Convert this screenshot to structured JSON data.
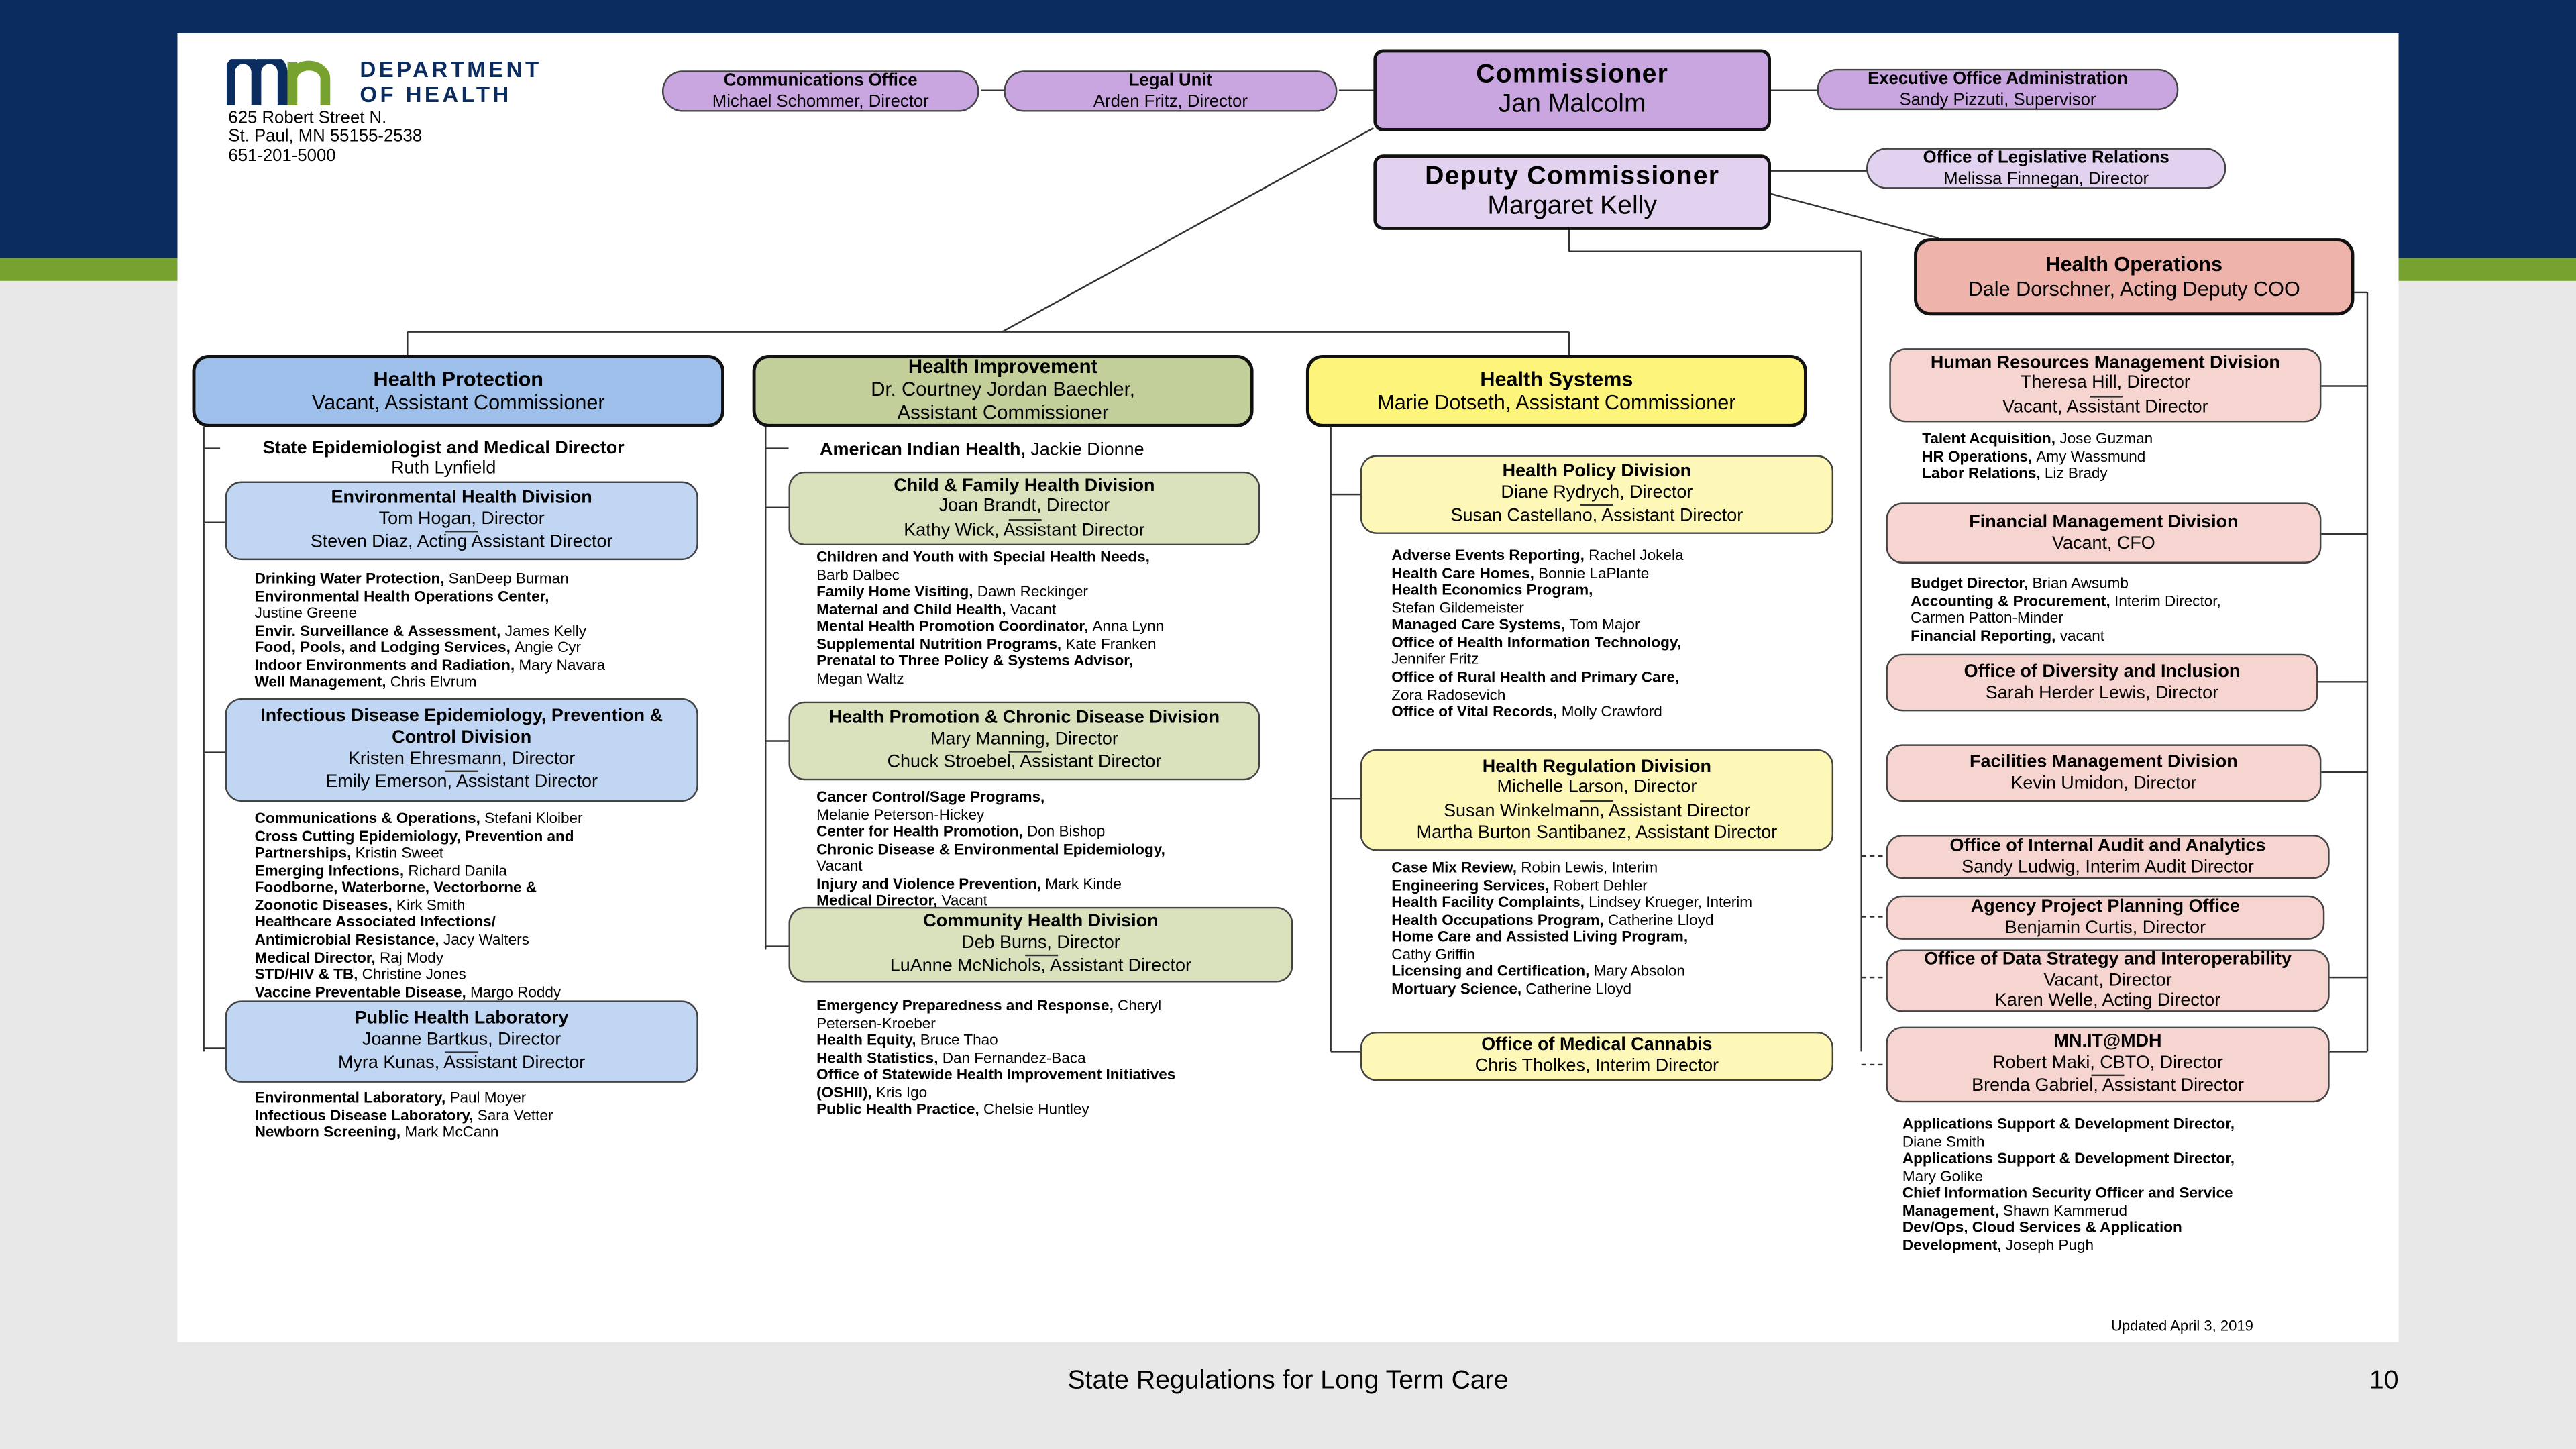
{
  "header": {
    "logo_line1": "DEPARTMENT",
    "logo_line2": "OF HEALTH",
    "address": [
      "625 Robert Street N.",
      "St. Paul, MN 55155-2538",
      "651-201-5000"
    ]
  },
  "top": {
    "communications": {
      "title": "Communications Office",
      "name": "Michael Schommer, Director"
    },
    "legal": {
      "title": "Legal Unit",
      "name": "Arden Fritz, Director"
    },
    "commissioner": {
      "title": "Commissioner",
      "name": "Jan Malcolm"
    },
    "exec_admin": {
      "title": "Executive Office Administration",
      "name": "Sandy Pizzuti, Supervisor"
    },
    "deputy": {
      "title": "Deputy Commissioner",
      "name": "Margaret Kelly"
    },
    "legislative": {
      "title": "Office of Legislative Relations",
      "name": "Melissa Finnegan, Director"
    },
    "operations": {
      "title": "Health Operations",
      "name": "Dale Dorschner, Acting Deputy COO"
    }
  },
  "protection": {
    "title": "Health Protection",
    "name": "Vacant, Assistant Commissioner",
    "epi_title": "State Epidemiologist and Medical Director",
    "epi_name": "Ruth Lynfield",
    "env": {
      "title": "Environmental Health Division",
      "director": "Tom Hogan, Director",
      "assistant": "Steven Diaz, Acting Assistant Director"
    },
    "env_list": [
      [
        "Drinking Water Protection, ",
        "SanDeep Burman"
      ],
      [
        "Environmental Health Operations Center, ",
        ""
      ],
      [
        "",
        "Justine Greene"
      ],
      [
        "Envir. Surveillance & Assessment, ",
        "James Kelly"
      ],
      [
        "Food, Pools, and Lodging Services, ",
        "Angie Cyr"
      ],
      [
        "Indoor Environments and Radiation, ",
        "Mary Navara"
      ],
      [
        "Well Management, ",
        "Chris Elvrum"
      ]
    ],
    "idepc": {
      "title": "Infectious Disease Epidemiology, Prevention & Control Division",
      "director": "Kristen Ehresmann, Director",
      "assistant": "Emily Emerson, Assistant Director"
    },
    "idepc_list": [
      [
        "Communications & Operations, ",
        "Stefani Kloiber"
      ],
      [
        "Cross Cutting Epidemiology, Prevention and",
        ""
      ],
      [
        "Partnerships, ",
        "Kristin Sweet"
      ],
      [
        "Emerging Infections, ",
        "Richard Danila"
      ],
      [
        "Foodborne, Waterborne, Vectorborne &",
        ""
      ],
      [
        "Zoonotic Diseases, ",
        "Kirk Smith"
      ],
      [
        "Healthcare Associated Infections/",
        ""
      ],
      [
        "Antimicrobial Resistance, ",
        "Jacy Walters"
      ],
      [
        "Medical Director, ",
        "Raj Mody"
      ],
      [
        "STD/HIV & TB, ",
        "Christine Jones"
      ],
      [
        "Vaccine Preventable Disease, ",
        "Margo Roddy"
      ]
    ],
    "lab": {
      "title": "Public Health Laboratory",
      "director": "Joanne Bartkus, Director",
      "assistant": "Myra Kunas, Assistant Director"
    },
    "lab_list": [
      [
        "Environmental Laboratory, ",
        "Paul Moyer"
      ],
      [
        "Infectious Disease Laboratory, ",
        "Sara Vetter"
      ],
      [
        "Newborn Screening, ",
        "Mark McCann"
      ]
    ]
  },
  "improvement": {
    "title": "Health Improvement",
    "name1": "Dr. Courtney Jordan Baechler,",
    "name2": "Assistant Commissioner",
    "aih_title": "American Indian Health, ",
    "aih_name": "Jackie Dionne",
    "cfh": {
      "title": "Child & Family Health Division",
      "director": "Joan Brandt, Director",
      "assistant": "Kathy Wick, Assistant Director"
    },
    "cfh_list": [
      [
        "Children and Youth with Special Health Needs,",
        ""
      ],
      [
        "",
        "Barb Dalbec"
      ],
      [
        "Family Home Visiting, ",
        "Dawn Reckinger"
      ],
      [
        "Maternal and Child Health, ",
        "Vacant"
      ],
      [
        "Mental Health Promotion Coordinator, ",
        "Anna Lynn"
      ],
      [
        "Supplemental Nutrition Programs, ",
        "Kate Franken"
      ],
      [
        "Prenatal to Three Policy & Systems Advisor,",
        ""
      ],
      [
        "",
        "Megan Waltz"
      ]
    ],
    "hpcd": {
      "title": "Health Promotion & Chronic Disease Division",
      "director": "Mary Manning, Director",
      "assistant": "Chuck Stroebel, Assistant Director"
    },
    "hpcd_list": [
      [
        "Cancer Control/Sage Programs,",
        ""
      ],
      [
        "",
        "Melanie Peterson-Hickey"
      ],
      [
        "Center for Health Promotion, ",
        "Don Bishop"
      ],
      [
        "Chronic Disease & Environmental Epidemiology,",
        ""
      ],
      [
        "",
        "Vacant"
      ],
      [
        "Injury and Violence Prevention, ",
        "Mark Kinde"
      ],
      [
        "Medical Director, ",
        "Vacant"
      ]
    ],
    "chd": {
      "title": "Community Health Division",
      "director": "Deb Burns, Director",
      "assistant": "LuAnne McNichols, Assistant Director"
    },
    "chd_list": [
      [
        "Emergency Preparedness and Response, ",
        "Cheryl"
      ],
      [
        "",
        "Petersen-Kroeber"
      ],
      [
        "Health Equity, ",
        "Bruce Thao"
      ],
      [
        "Health Statistics, ",
        "Dan Fernandez-Baca"
      ],
      [
        "Office of Statewide Health Improvement Initiatives",
        ""
      ],
      [
        "(OSHII), ",
        "Kris Igo"
      ],
      [
        "Public Health Practice, ",
        "Chelsie Huntley"
      ]
    ]
  },
  "systems": {
    "title": "Health Systems",
    "name": "Marie Dotseth, Assistant Commissioner",
    "policy": {
      "title": "Health Policy Division",
      "director": "Diane Rydrych, Director",
      "assistant": "Susan Castellano, Assistant Director"
    },
    "policy_list": [
      [
        "Adverse Events Reporting, ",
        "Rachel Jokela"
      ],
      [
        "Health Care Homes, ",
        "Bonnie LaPlante"
      ],
      [
        "Health Economics Program,",
        ""
      ],
      [
        "",
        "Stefan Gildemeister"
      ],
      [
        "Managed Care Systems, ",
        "Tom Major"
      ],
      [
        "Office of Health Information Technology,",
        ""
      ],
      [
        "",
        "Jennifer Fritz"
      ],
      [
        "Office of Rural Health and Primary Care,",
        ""
      ],
      [
        "",
        "Zora Radosevich"
      ],
      [
        "Office of Vital Records, ",
        "Molly Crawford"
      ]
    ],
    "regulation": {
      "title": "Health Regulation Division",
      "director": "Michelle Larson, Director",
      "assistant1": "Susan Winkelmann, Assistant Director",
      "assistant2": "Martha Burton Santibanez, Assistant Director"
    },
    "regulation_list": [
      [
        "Case Mix Review, ",
        "Robin Lewis, Interim"
      ],
      [
        "Engineering Services, ",
        "Robert Dehler"
      ],
      [
        "Health Facility Complaints, ",
        "Lindsey Krueger, Interim"
      ],
      [
        "Health Occupations Program, ",
        "Catherine Lloyd"
      ],
      [
        "Home Care and Assisted Living Program,",
        ""
      ],
      [
        "",
        "Cathy Griffin"
      ],
      [
        "Licensing and Certification, ",
        "Mary Absolon"
      ],
      [
        "Mortuary Science, ",
        "Catherine Lloyd"
      ]
    ],
    "cannabis": {
      "title": "Office of Medical Cannabis",
      "name": "Chris Tholkes, Interim Director"
    }
  },
  "operations": {
    "hr": {
      "title": "Human Resources Management Division",
      "director": "Theresa Hill, Director",
      "assistant": "Vacant, Assistant Director"
    },
    "hr_list": [
      [
        "Talent Acquisition, ",
        "Jose Guzman"
      ],
      [
        "HR Operations, ",
        "Amy Wassmund"
      ],
      [
        "Labor Relations, ",
        "Liz Brady"
      ]
    ],
    "fin": {
      "title": "Financial Management Division",
      "name": "Vacant, CFO"
    },
    "fin_list": [
      [
        "Budget Director, ",
        "Brian Awsumb"
      ],
      [
        "Accounting & Procurement, ",
        "Interim Director,"
      ],
      [
        "",
        "  Carmen Patton-Minder"
      ],
      [
        "Financial Reporting, ",
        "vacant"
      ]
    ],
    "diversity": {
      "title": "Office of Diversity and Inclusion",
      "name": "Sarah Herder Lewis, Director"
    },
    "facilities": {
      "title": "Facilities Management Division",
      "name": "Kevin Umidon, Director"
    },
    "audit": {
      "title": "Office of Internal Audit and Analytics",
      "name": "Sandy Ludwig, Interim Audit Director"
    },
    "appo": {
      "title": "Agency Project Planning Office",
      "name": "Benjamin Curtis, Director"
    },
    "data": {
      "title": "Office of Data Strategy and Interoperability",
      "name1": "Vacant, Director",
      "name2": "Karen Welle, Acting Director"
    },
    "mnit": {
      "title": "MN.IT@MDH",
      "director": "Robert Maki, CBTO, Director",
      "assistant": "Brenda Gabriel, Assistant Director"
    },
    "mnit_list": [
      [
        "Applications Support & Development Director,",
        ""
      ],
      [
        "",
        "Diane Smith"
      ],
      [
        "Applications Support & Development Director,",
        ""
      ],
      [
        "",
        "Mary Golike"
      ],
      [
        "Chief Information Security Officer and Service",
        ""
      ],
      [
        "Management, ",
        "Shawn Kammerud"
      ],
      [
        "Dev/Ops, Cloud Services & Application",
        ""
      ],
      [
        "Development, ",
        "Joseph Pugh"
      ]
    ]
  },
  "updated": "Updated April 3, 2019",
  "footer": {
    "title": "State Regulations for Long Term Care",
    "page": "10"
  },
  "colors": {
    "navy": "#0b2c5e",
    "green": "#78a22f",
    "purple": "#c9a6e0",
    "blue": "#9dbfea",
    "olive": "#c2cf9a",
    "yellow": "#fdf47c",
    "pink": "#eeb3ab"
  }
}
